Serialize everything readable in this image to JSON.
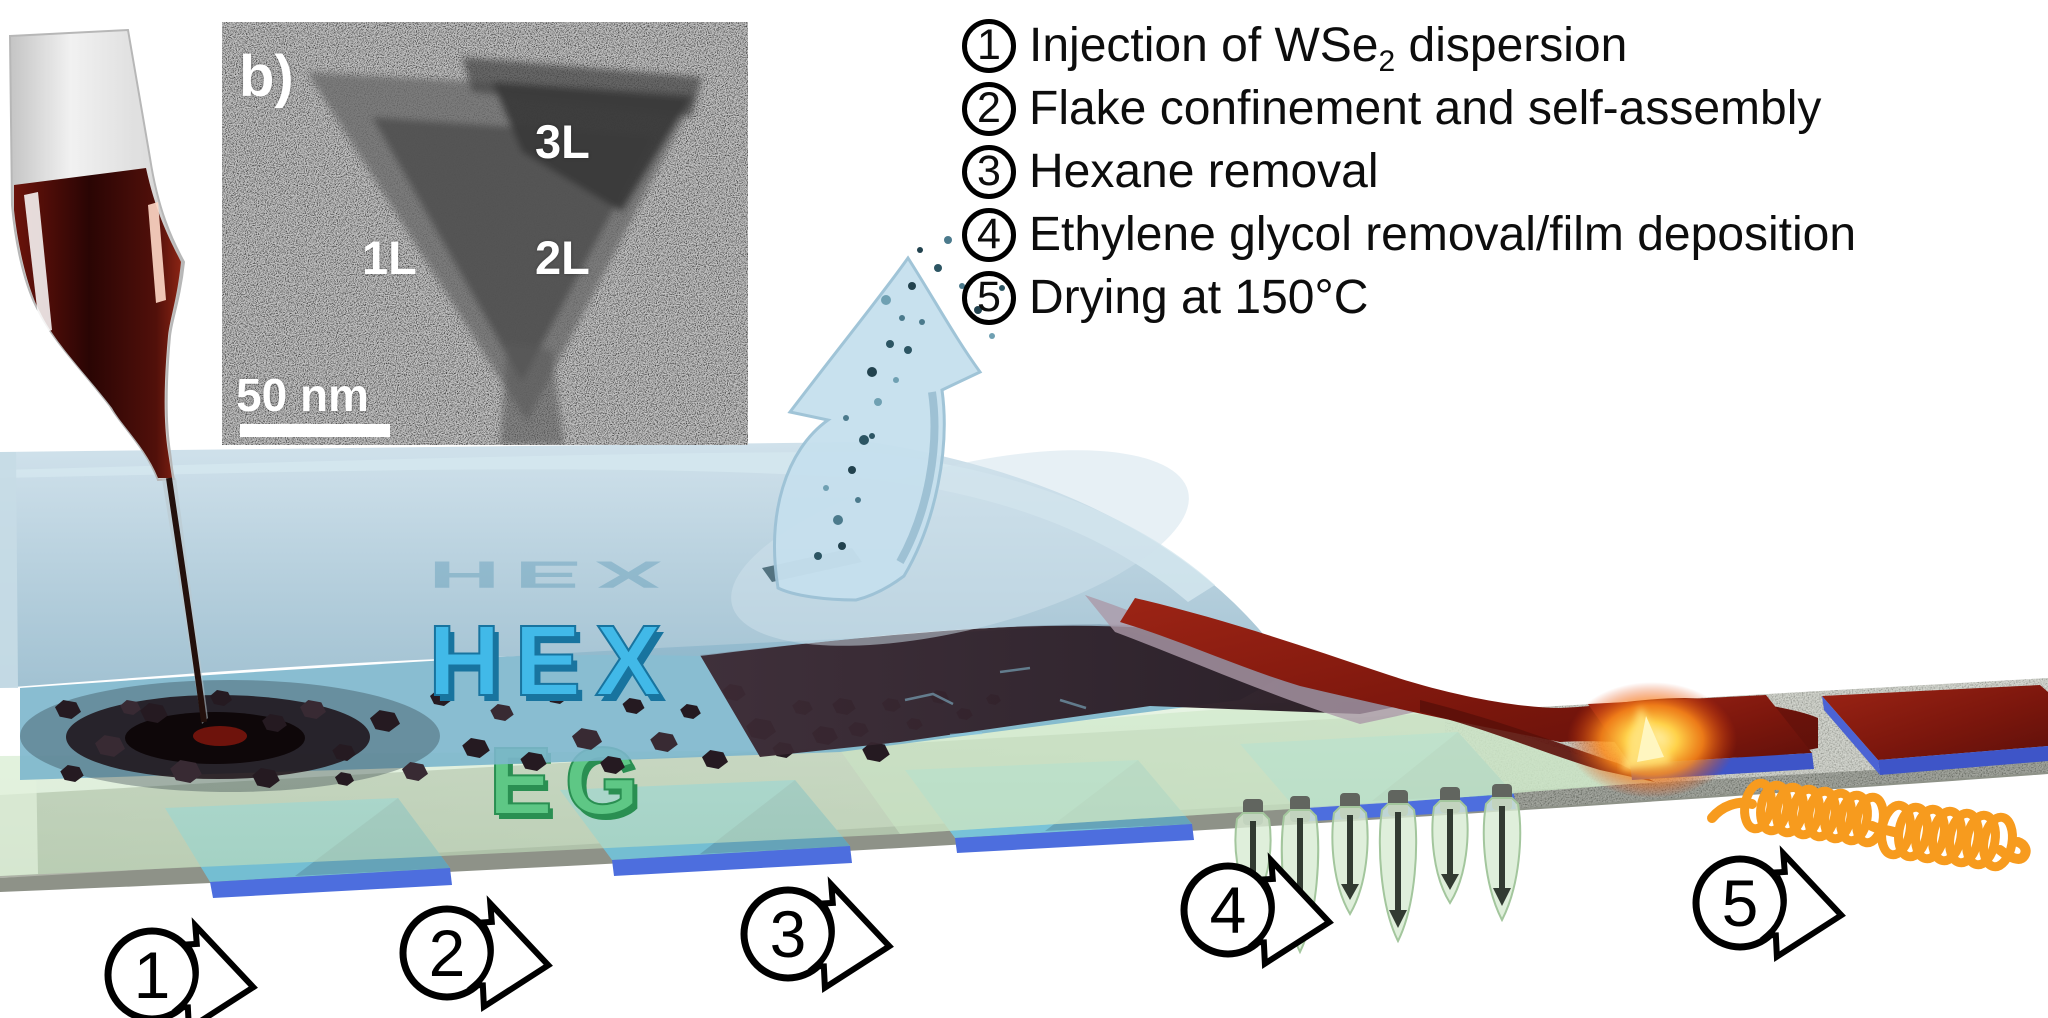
{
  "inset": {
    "panel_label": "b)",
    "layer_label_3l": "3L",
    "layer_label_1l": "1L",
    "layer_label_2l": "2L",
    "scale_bar_label": "50 nm"
  },
  "legend": {
    "steps": [
      {
        "num": "1",
        "pre": "Injection of WSe",
        "sub": "2",
        "post": " dispersion"
      },
      {
        "num": "2",
        "pre": "Flake confinement and self-assembly",
        "sub": "",
        "post": ""
      },
      {
        "num": "3",
        "pre": "Hexane removal",
        "sub": "",
        "post": ""
      },
      {
        "num": "4",
        "pre": "Ethylene glycol removal/film deposition",
        "sub": "",
        "post": ""
      },
      {
        "num": "5",
        "pre": "Drying at 150°C",
        "sub": "",
        "post": ""
      }
    ]
  },
  "scene": {
    "hexane_label": "HEX",
    "ethylene_glycol_label": "EG",
    "step_arrows": [
      "1",
      "2",
      "3",
      "4",
      "5"
    ],
    "colors": {
      "hexane_liquid": "#a9c6d6",
      "hex_label_fill": "#41b9e8",
      "eg_liquid": "#cfe8c8",
      "eg_label_fill": "#5ec785",
      "wse2_film_red": "#8c1d12",
      "wse2_flake_dark": "#251a21",
      "substrate_chip_blue": "#4d6ede",
      "chip_top_cyan": "#74bed2",
      "heating_coil_orange": "#f79b1e",
      "glow_hot_spot": "#ffb21e",
      "substrate_gray": "#b5b9ae",
      "dispersion_dark_red": "#3a0a06"
    }
  }
}
